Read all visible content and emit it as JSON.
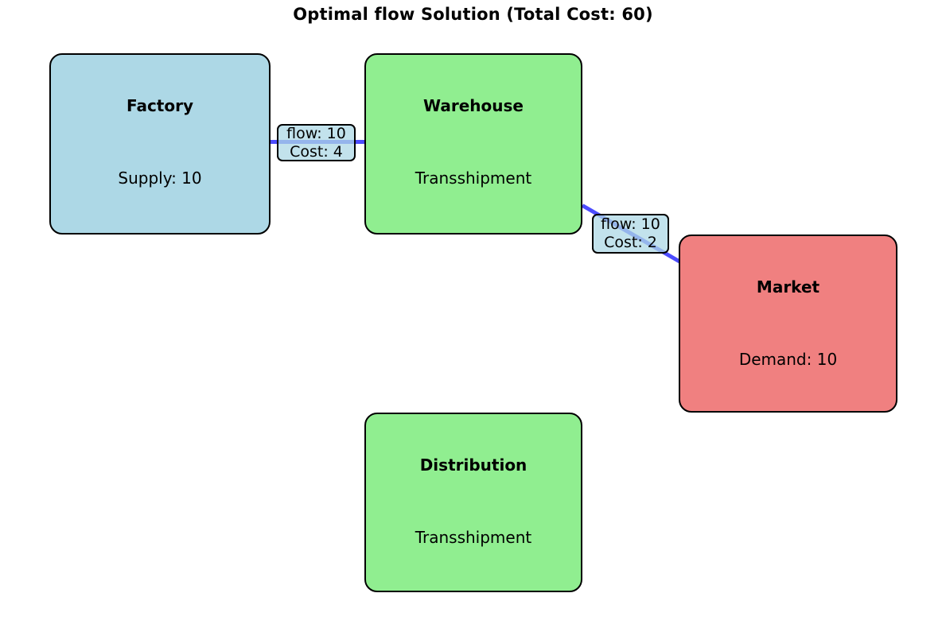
{
  "title": "Optimal flow Solution (Total Cost: 60)",
  "nodes": {
    "factory": {
      "title": "Factory",
      "subtitle": "Supply: 10",
      "fill": "#ADD8E6",
      "border": "#000000"
    },
    "warehouse": {
      "title": "Warehouse",
      "subtitle": "Transshipment",
      "fill": "#90EE90",
      "border": "#000000"
    },
    "market": {
      "title": "Market",
      "subtitle": "Demand: 10",
      "fill": "#F08080",
      "border": "#000000"
    },
    "distribution": {
      "title": "Distribution",
      "subtitle": "Transshipment",
      "fill": "#90EE90",
      "border": "#000000"
    }
  },
  "edges": {
    "factory_warehouse": {
      "flow_label": "flow: 10",
      "cost_label": "Cost: 4",
      "color": "#0000FF",
      "label_fill": "#ADD8E6"
    },
    "warehouse_market": {
      "flow_label": "flow: 10",
      "cost_label": "Cost: 2",
      "color": "#0000FF",
      "label_fill": "#ADD8E6"
    }
  }
}
